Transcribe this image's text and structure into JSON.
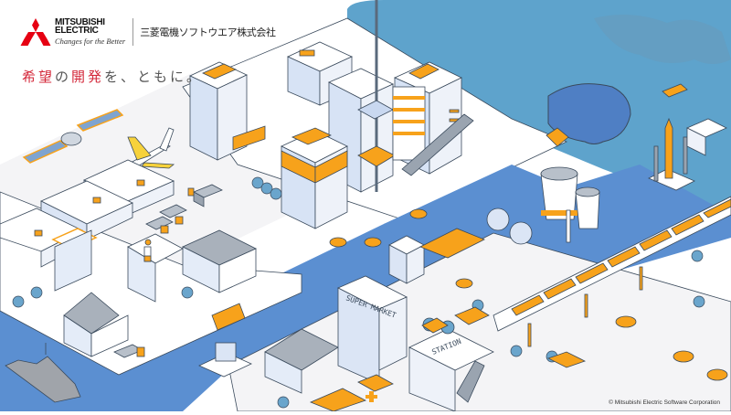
{
  "header": {
    "logo": {
      "brand_line1": "MITSUBISHI",
      "brand_line2": "ELECTRIC",
      "slogan": "Changes for the Better",
      "mark_color": "#e60012"
    },
    "company_name": "三菱電機ソフトウエア株式会社"
  },
  "tagline": {
    "segments": [
      {
        "text": "希望",
        "color": "red"
      },
      {
        "text": "の",
        "color": "gray"
      },
      {
        "text": "開発",
        "color": "red"
      },
      {
        "text": "を、ともに。",
        "color": "gray"
      }
    ],
    "full": "希望の開発を、ともに。"
  },
  "illustration": {
    "description": "Isometric city illustration",
    "signs": {
      "supermarket": "SUPER MARKET",
      "station": "STATION"
    },
    "colors": {
      "water": "#5b8fd1",
      "sea_dark": "#5ea3cc",
      "accent_orange": "#f7a21b",
      "building_light": "#e4ecf8",
      "building_blue": "#c9d8f0",
      "road": "#f1f1f1",
      "outline": "#3a4a5c",
      "gray_roof": "#a9b1bb"
    }
  },
  "footer": {
    "copyright": "© Mitsubishi Electric Software Corporation"
  }
}
